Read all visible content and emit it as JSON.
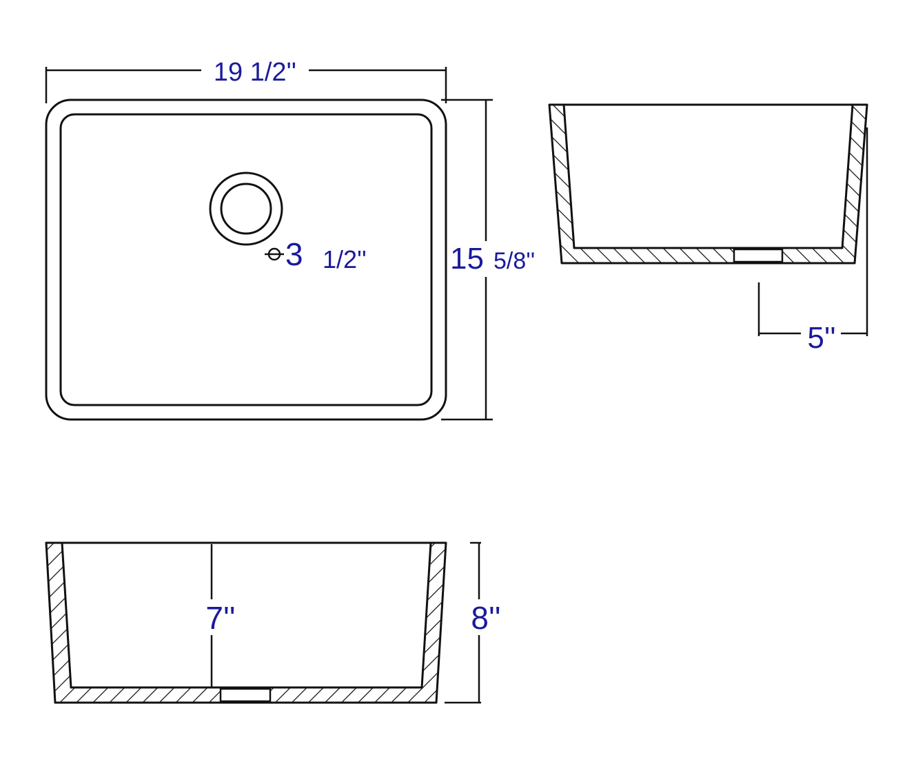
{
  "colors": {
    "line": "#111111",
    "label": "#1a1a9c",
    "background": "#ffffff"
  },
  "top_view": {
    "width_label": "19 1/2''",
    "depth_label_main": "15",
    "depth_label_frac": "5/8''",
    "drain_main": "3",
    "drain_frac": "1/2''"
  },
  "side_view": {
    "drain_offset_label": "5''"
  },
  "front_view": {
    "inner_depth_label": "7''",
    "outer_height_label": "8''"
  }
}
